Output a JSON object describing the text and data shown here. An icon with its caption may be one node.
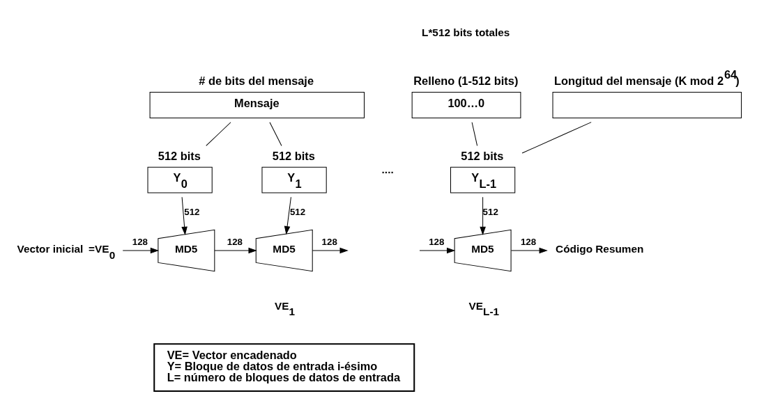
{
  "diagram": {
    "nodes": [
      {
        "text": [
          "Mensaje"
        ],
        "beside": [
          "# de bits del mensaje"
        ]
      },
      {
        "text": [
          "100…0"
        ],
        "beside": [
          "Relleno (1-512 bits)"
        ]
      },
      {
        "text": [],
        "shape": "box",
        "beside": [
          "Longitud del mensaje (K mod 2$^{64}$)"
        ]
      },
      {
        "text": [
          "Y$_{0}$"
        ],
        "beside": [
          "512 bits"
        ]
      },
      {
        "text": [
          "Y$_{1}$"
        ],
        "beside": [
          "512 bits"
        ]
      },
      {
        "text": [
          "Y$_{L-1}$"
        ],
        "beside": [
          "512 bits"
        ]
      },
      {
        "text": [
          "MD5"
        ]
      },
      {
        "text": [
          "MD5"
        ]
      },
      {
        "text": [
          "MD5"
        ]
      },
      {
        "text": [
          "Vector inicial"
        ],
        "beside": [
          "=VE$_{0}$"
        ]
      },
      {
        "text": [
          "Código Resumen"
        ]
      },
      {
        "text": [
          "VE= Vector encadenado",
          "Y= Bloque de datos de entrada i-ésimo",
          "L= número de bloques de datos de entrada"
        ]
      }
    ],
    "edges": [
      {
        "from": 0,
        "to": 3,
        "arrow": "none"
      },
      {
        "from": 0,
        "to": 4,
        "arrow": "none"
      },
      {
        "from": 1,
        "to": 5,
        "arrow": "none"
      },
      {
        "from": 2,
        "to": 5,
        "arrow": "none"
      },
      {
        "from": 3,
        "to": 6,
        "arrow": "to",
        "label": "512"
      },
      {
        "from": 9,
        "to": 6,
        "arrow": "to",
        "label": "128"
      },
      {
        "from": 4,
        "to": 7,
        "arrow": "to",
        "label": "512"
      },
      {
        "from": 6,
        "to": 7,
        "arrow": "to",
        "label": "128"
      },
      {
        "from": 7,
        "to": null,
        "arrow": "to",
        "label": "128"
      },
      {
        "from": 5,
        "to": 8,
        "arrow": "to",
        "label": "512"
      },
      {
        "from": null,
        "to": 8,
        "arrow": "to",
        "label": "128"
      },
      {
        "from": 8,
        "to": 10,
        "arrow": "to",
        "label": "128"
      }
    ],
    "labels": [
      "L*512 bits totales",
      "....",
      "VE$_{1}$",
      "VE$_{L-1}$"
    ]
  }
}
